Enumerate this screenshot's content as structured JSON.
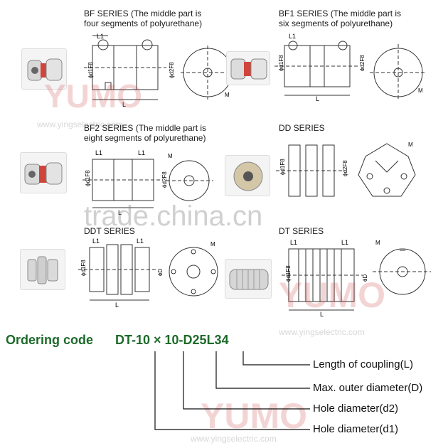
{
  "series": {
    "bf": [
      "BF SERIES (The middle part is",
      "four segments of polyurethane)"
    ],
    "bf1": [
      "BF1 SERIES (The middle part is",
      "six segments of polyurethane)"
    ],
    "bf2": [
      "BF2 SERIES (The middle part is",
      "eight segments of polyurethane)"
    ],
    "dd": [
      "DD SERIES"
    ],
    "ddt": [
      "DDT SERIES"
    ],
    "dt": [
      "DT SERIES"
    ]
  },
  "dim_labels": {
    "L": "L",
    "L1": "L1",
    "M": "M",
    "d1": "ϕd1F8",
    "d2": "ϕd2F8",
    "D": "ϕD"
  },
  "watermark": {
    "brand": "YUMO",
    "url": "www.yingselectric.com",
    "trade": "trade.china.cn"
  },
  "ordering": {
    "label": "Ordering code",
    "code": "DT-10 × 10-D25L34",
    "explanations": [
      "Length of coupling(L)",
      "Max. outer diameter(D)",
      "Hole diameter(d2)",
      "Hole diameter(d1)"
    ]
  },
  "colors": {
    "accent": "#1d6a2a",
    "line": "#333333",
    "watermark": "#c83c3c"
  }
}
